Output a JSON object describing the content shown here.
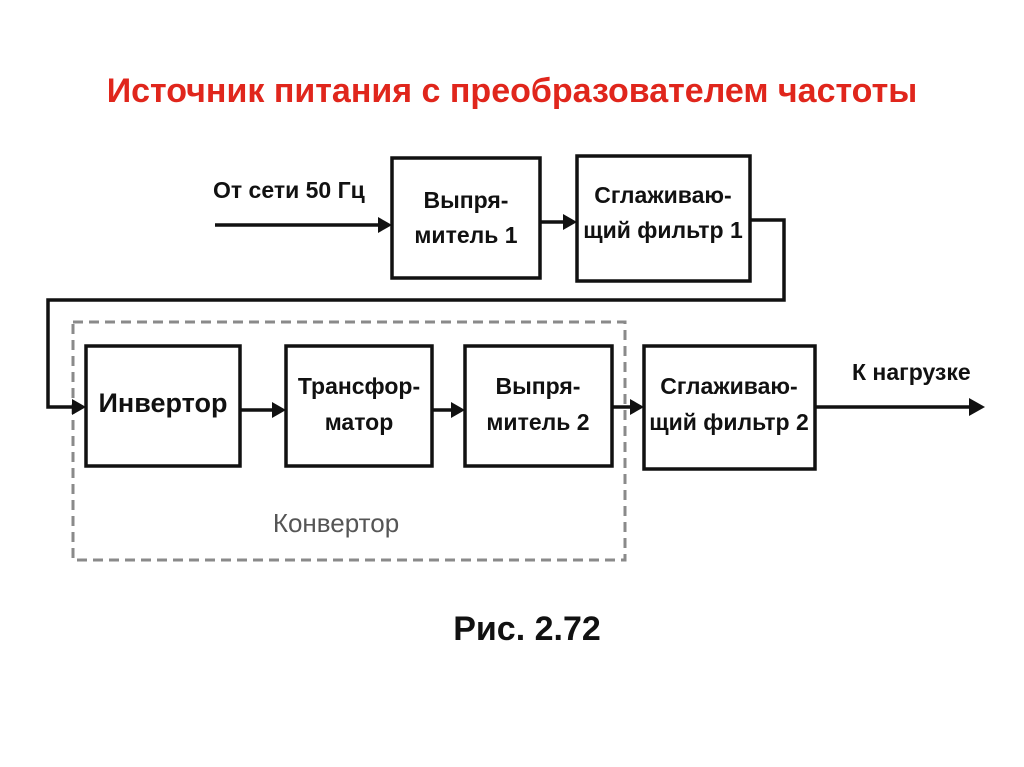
{
  "title": "Источник питания с преобразователем частоты",
  "input_label": "От сети 50 Гц",
  "output_label": "К нагрузке",
  "blocks": {
    "rectifier1": [
      "Выпря-",
      "митель 1"
    ],
    "filter1": [
      "Сглаживаю-",
      "щий фильтр 1"
    ],
    "inverter": [
      "Инвертор"
    ],
    "transformer": [
      "Трансфор-",
      "матор"
    ],
    "rectifier2": [
      "Выпря-",
      "митель 2"
    ],
    "filter2": [
      "Сглаживаю-",
      "щий фильтр 2"
    ]
  },
  "converter_label": "Конвертор",
  "figure_label": "Рис. 2.72"
}
